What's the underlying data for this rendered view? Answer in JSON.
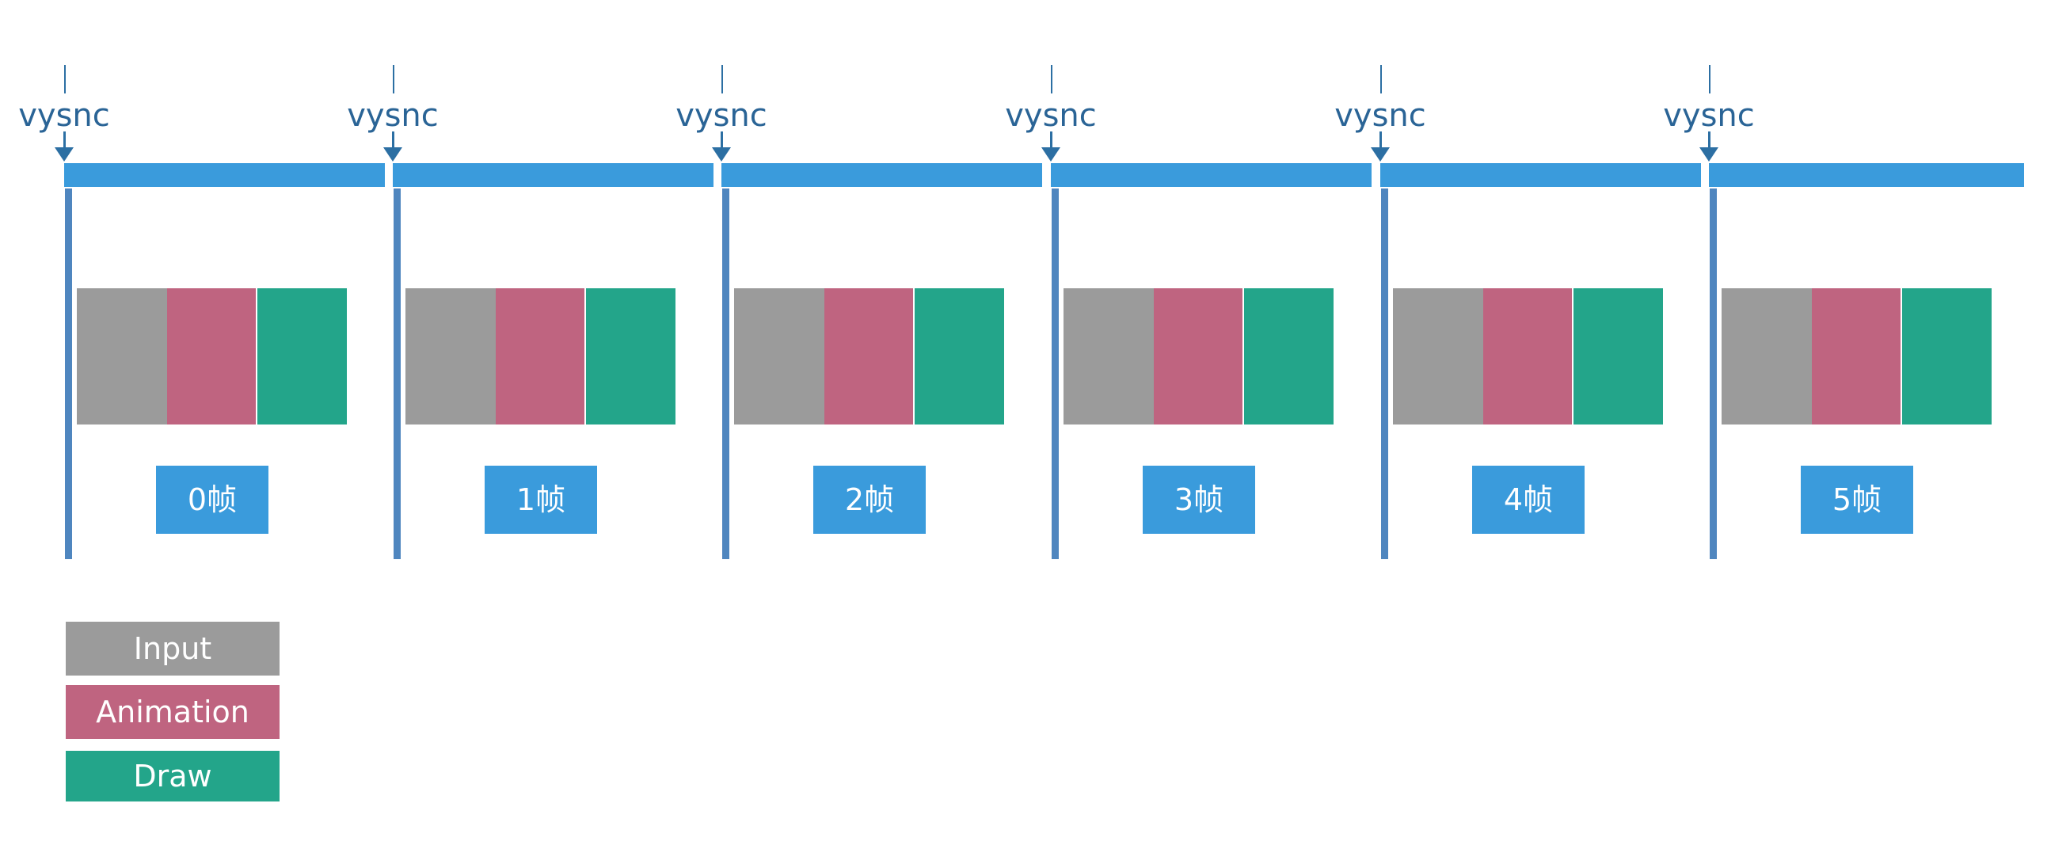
{
  "vsync": {
    "label": "vysnc",
    "count": 6
  },
  "frames": [
    {
      "label": "0帧"
    },
    {
      "label": "1帧"
    },
    {
      "label": "2帧"
    },
    {
      "label": "3帧"
    },
    {
      "label": "4帧"
    },
    {
      "label": "5帧"
    }
  ],
  "legend": [
    {
      "label": "Input",
      "color": "#9b9b9b"
    },
    {
      "label": "Animation",
      "color": "#bf6480"
    },
    {
      "label": "Draw",
      "color": "#23a58a"
    }
  ],
  "colors": {
    "vsync_text": "#2a6496",
    "vsync_tick": "#2c6fa3",
    "frame_bar": "#3a9bdc",
    "frame_line": "#4f86bf",
    "frame_label_bg": "#3a9bdc",
    "input": "#9b9b9b",
    "animation": "#bf6480",
    "draw": "#23a58a"
  }
}
